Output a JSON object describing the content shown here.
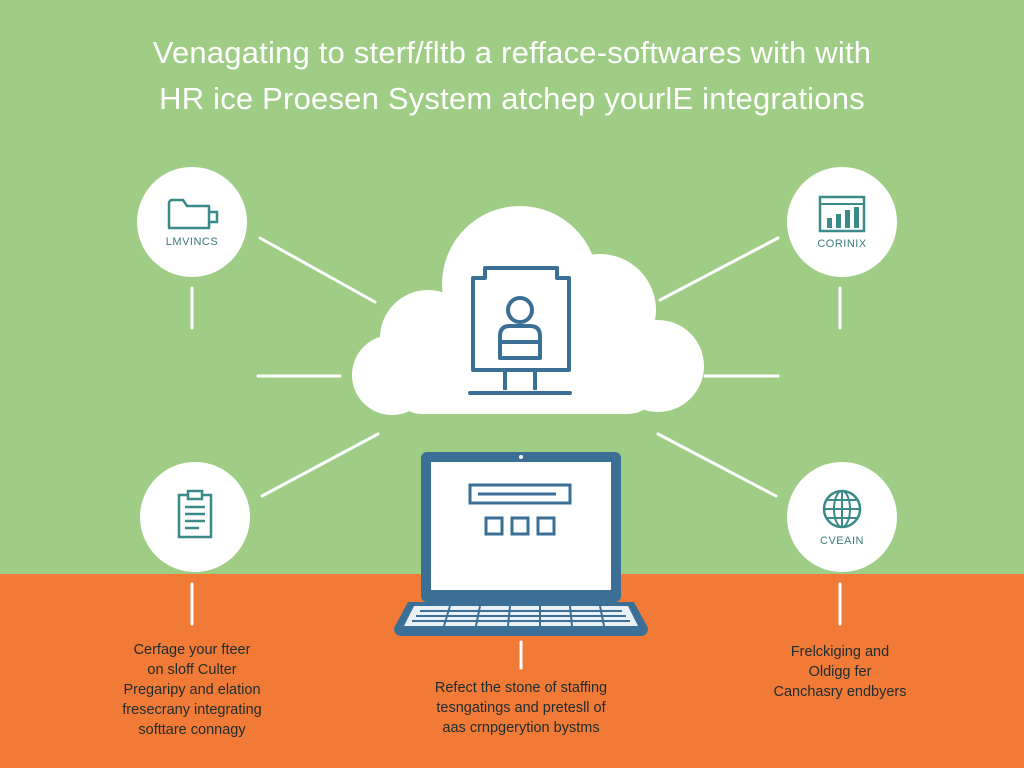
{
  "colors": {
    "top_background": "#9fcd85",
    "bottom_background": "#f07a36",
    "accent_blue": "#3b6f96",
    "accent_teal": "#3a8a8a",
    "white": "#ffffff"
  },
  "headline": {
    "line1": "Venagating to sterf/fltb a refface-softwares with with",
    "line2": "HR ice Proesen System atchep yourlE  integrations"
  },
  "nodes": {
    "top_left": {
      "label": "LMVINCS",
      "icon": "folder-icon"
    },
    "top_right": {
      "label": "CORINIX",
      "icon": "bar-chart-icon"
    },
    "bottom_left": {
      "label": "",
      "icon": "clipboard-icon"
    },
    "bottom_right": {
      "label": "CVEAIN",
      "icon": "globe-icon"
    }
  },
  "center": {
    "cloud_icon": "cloud-icon",
    "profile_icon": "user-profile-icon",
    "device_icon": "laptop-icon"
  },
  "captions": {
    "left": [
      "Cerfage your fteer",
      "on sloff Culter",
      "Pregaripy and elation",
      "fresecrany integrating",
      "softtare connagy"
    ],
    "center": [
      "Refect the stone of staffing",
      "tesngatings and pretesll of",
      "aas crnpgerytion bystms"
    ],
    "right": [
      "Frelckiging and",
      "Oldigg fer",
      "Canchasry endbyers"
    ]
  }
}
